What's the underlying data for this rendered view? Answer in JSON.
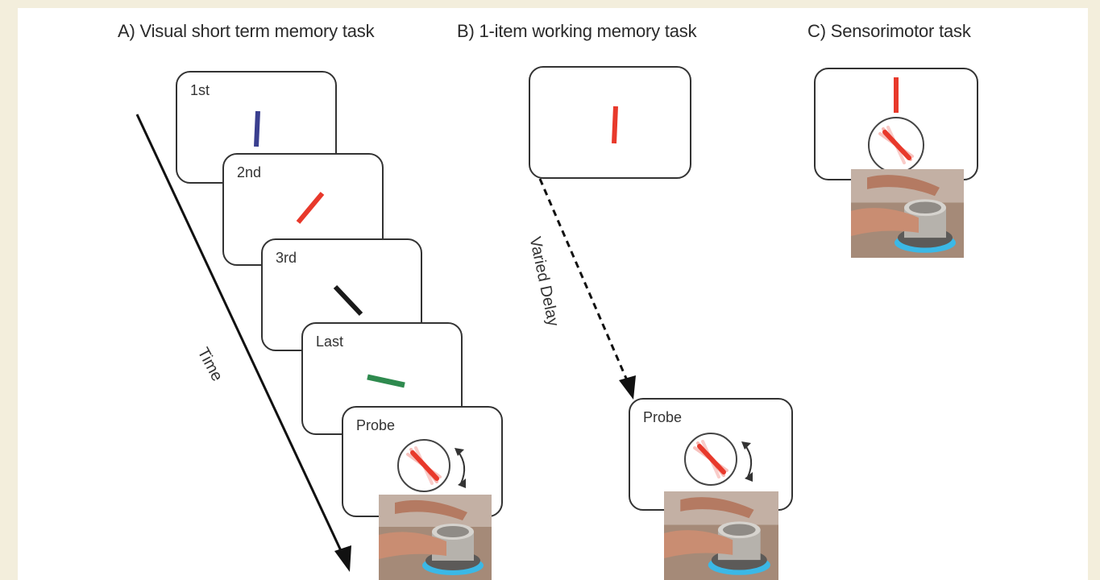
{
  "titles": {
    "a": "A) Visual short term memory task",
    "b": "B) 1-item working memory task",
    "c": "C) Sensorimotor task"
  },
  "sequence": {
    "first": "1st",
    "second": "2nd",
    "third": "3rd",
    "last": "Last",
    "probe": "Probe"
  },
  "labels": {
    "time": "Time",
    "varied_delay": "Varied Delay",
    "probe_b": "Probe"
  },
  "colors": {
    "background": "#f3eedc",
    "bar_blue": "#3a3f8f",
    "bar_red": "#e8392b",
    "bar_black": "#1a1a1a",
    "bar_green": "#2e8a4e"
  }
}
